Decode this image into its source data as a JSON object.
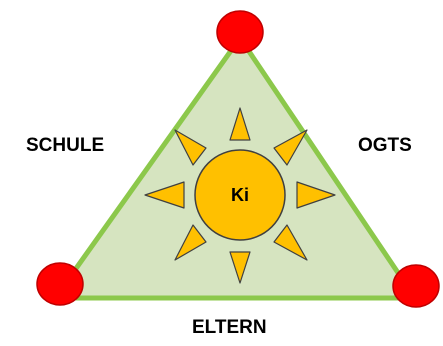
{
  "labels": {
    "left": "SCHULE",
    "right": "OGTS",
    "bottom": "ELTERN",
    "center": "Ki"
  },
  "colors": {
    "triangle_fill": "#d6e4c0",
    "triangle_stroke": "#8cc84b",
    "corner_fill": "#ff0000",
    "corner_stroke": "#c00000",
    "sun_fill": "#ffc000",
    "sun_stroke": "#404040"
  }
}
